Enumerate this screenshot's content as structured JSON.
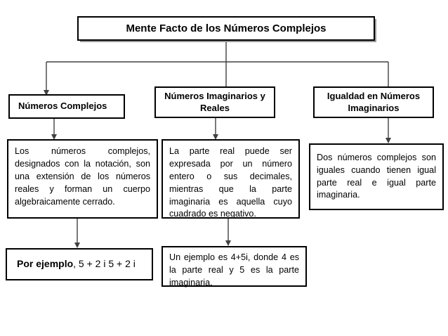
{
  "diagram": {
    "title": "Mente Facto de los Números Complejos",
    "branches": [
      {
        "header": "Números  Complejos",
        "body": "Los números complejos, designados con la notación, son una extensión de los números reales y forman un cuerpo algebraicamente cerrado.",
        "example_prefix": "Por ejemplo",
        "example_rest": ", 5 + 2 i 5 + 2 i"
      },
      {
        "header": "Números Imaginarios y Reales",
        "body": "La parte real puede ser expresada por un número entero o sus decimales, mientras que la parte imaginaria es aquella cuyo cuadrado es negativo.",
        "example": "Un ejemplo es 4+5i, donde 4 es la parte real y 5 es la parte imaginaria."
      },
      {
        "header": "Igualdad en Números Imaginarios",
        "body": "Dos números complejos son iguales cuando tienen igual parte real e igual parte imaginaria."
      }
    ],
    "colors": {
      "border": "#000000",
      "background": "#ffffff",
      "text": "#000000",
      "connector": "#404040",
      "shadow": "#9a9a9a"
    }
  }
}
